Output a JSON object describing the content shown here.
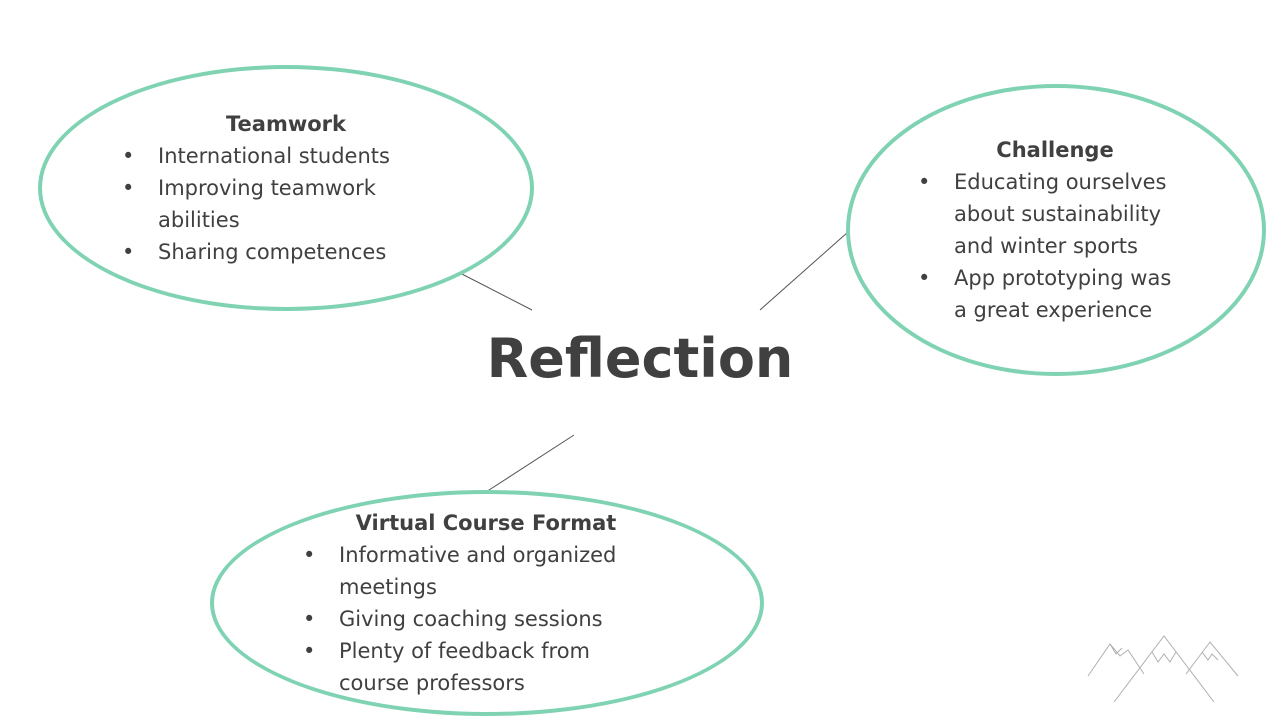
{
  "center_title": "Reflection",
  "bubbles": {
    "teamwork": {
      "title": "Teamwork",
      "items": [
        "International students",
        "Improving teamwork abilities",
        "Sharing competences"
      ]
    },
    "challenge": {
      "title": "Challenge",
      "items": [
        "Educating ourselves about sustainability and winter sports",
        "App prototyping was a great experience"
      ]
    },
    "virtual": {
      "title": "Virtual Course Format",
      "items": [
        "Informative and organized meetings",
        "Giving coaching sessions",
        "Plenty of feedback from course professors"
      ]
    }
  },
  "colors": {
    "ellipse_border": "#7fd3b2",
    "text": "#404040",
    "connector": "#555555",
    "logo": "#b0b0b0"
  },
  "icons": {
    "logo": "mountain-logo-icon"
  }
}
